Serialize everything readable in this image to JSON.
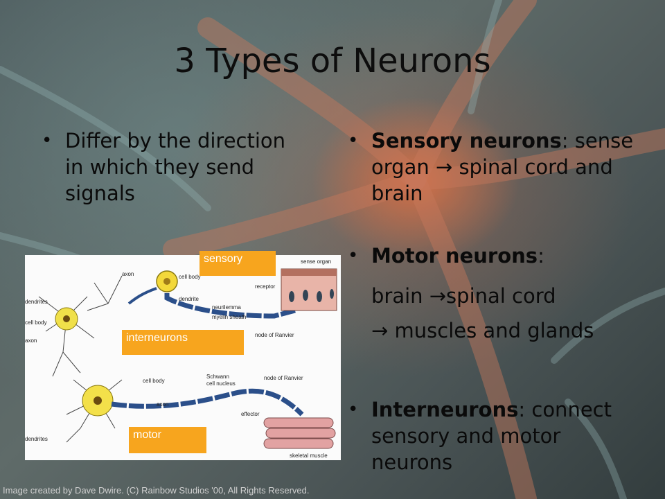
{
  "slide": {
    "title": "3 Types of Neurons",
    "left_bullet": "Differ by the direction in which they send signals",
    "right_bullets": [
      {
        "term": "Sensory neurons",
        "colon": ":",
        "text": "sense organ → spinal cord and brain"
      },
      {
        "term": "Motor neurons",
        "colon": ":",
        "text": ""
      },
      {
        "term": "Interneurons",
        "colon": ":",
        "text": "connect sensory and motor neurons"
      }
    ],
    "motor_detail_line1": "brain →spinal cord",
    "motor_detail_line2": "→ muscles and glands",
    "credit": "Image created by Dave Dwire. (C) Rainbow Studios '00, All Rights Reserved."
  },
  "diagram": {
    "overlay_labels": {
      "sensory": "sensory",
      "interneurons": "interneurons",
      "motor": "motor"
    },
    "labels": {
      "axon_top": "axon",
      "cell_body_top": "cell body",
      "sense_organ": "sense organ",
      "receptor": "receptor",
      "dendrite": "dendrite",
      "neurilemma": "neurilemma",
      "myelin_sheath": "myelin sheath",
      "node_ranvier_top": "node of Ranvier",
      "dendrites_top": "dendrites",
      "cell_body_left": "cell body",
      "axon_left": "axon",
      "cell_body_bottom": "cell body",
      "schwann": "Schwann",
      "cell_nucleus": "cell nucleus",
      "node_ranvier_bottom": "node of Ranvier",
      "axon_bottom": "axon",
      "effector": "effector",
      "dendrites_bottom": "dendrites",
      "skeletal_muscle": "skeletal muscle"
    }
  },
  "colors": {
    "label_bg": "#f7a51e",
    "title": "#0d0d0d",
    "diagram_bg": "#fbfbfb"
  }
}
